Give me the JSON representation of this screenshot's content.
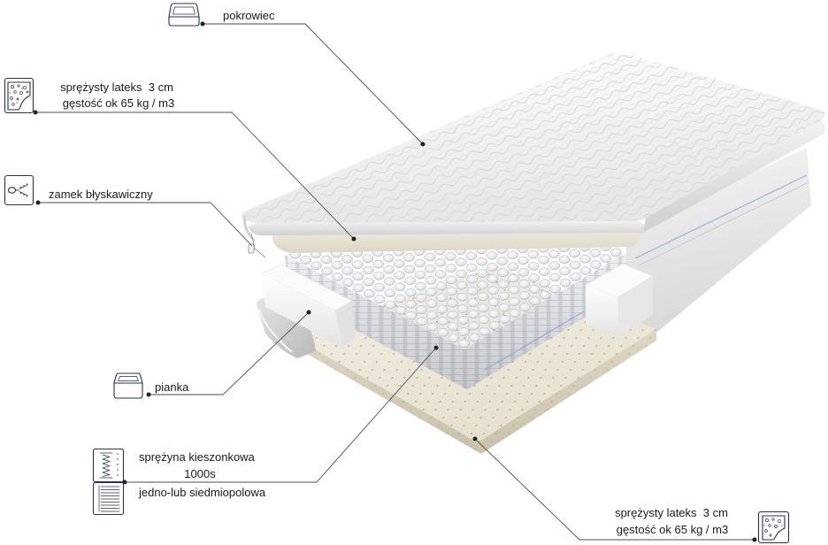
{
  "labels": {
    "cover": {
      "text": "pokrowiec"
    },
    "top_latex": {
      "line1": "sprężysty lateks  3 cm",
      "line2": "gęstość ok 65 kg / m3"
    },
    "zipper": {
      "text": "zamek błyskawiczny"
    },
    "foam": {
      "text": "pianka"
    },
    "pocket_spring": {
      "line1": "sprężyna kieszonkowa",
      "line2": "1000s",
      "line3": "jedno-lub siedmiopolowa"
    },
    "bottom_latex": {
      "line1": "sprężysty lateks  3 cm",
      "line2": "gęstość ok 65 kg / m3"
    }
  },
  "icons": {
    "cover": "mattress-cover-icon",
    "top_latex": "latex-icon",
    "zipper": "zipper-icon",
    "foam": "foam-icon",
    "pocket_spring": "pocket-spring-icon",
    "zones": "zones-icon",
    "bottom_latex": "latex-icon"
  },
  "colors": {
    "text": "#1a1a1a",
    "icon": "#24305e",
    "leader": "#4d4d4d",
    "dot": "#222222"
  }
}
